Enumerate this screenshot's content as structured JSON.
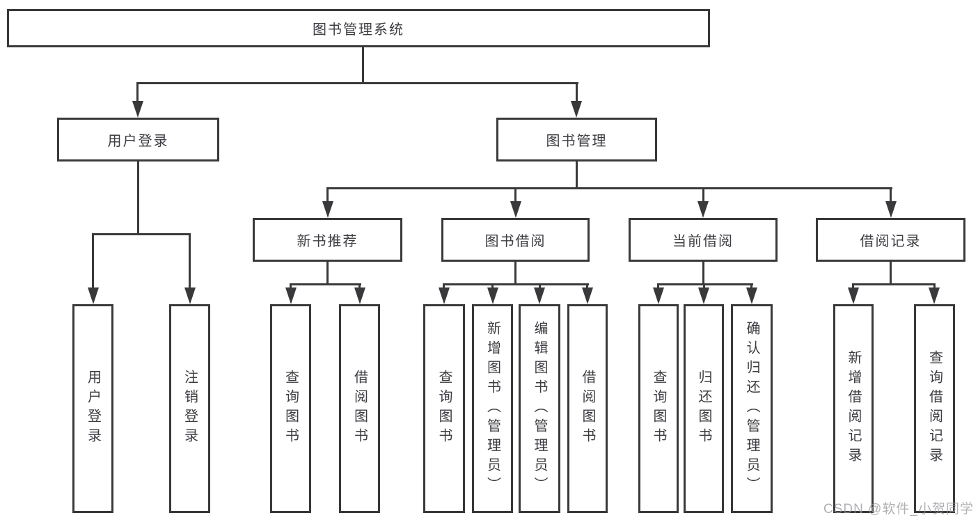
{
  "diagram_title": "图书管理系统",
  "root": {
    "label": "图书管理系统"
  },
  "branches": [
    {
      "label": "用户登录",
      "children": [
        {
          "label": "用户登录"
        },
        {
          "label": "注销登录"
        }
      ]
    },
    {
      "label": "图书管理",
      "children": [
        {
          "label": "新书推荐",
          "children": [
            {
              "label": "查询图书"
            },
            {
              "label": "借阅图书"
            }
          ]
        },
        {
          "label": "图书借阅",
          "children": [
            {
              "label": "查询图书"
            },
            {
              "label": "新增图书（管理员）"
            },
            {
              "label": "编辑图书（管理员）"
            },
            {
              "label": "借阅图书"
            }
          ]
        },
        {
          "label": "当前借阅",
          "children": [
            {
              "label": "查询图书"
            },
            {
              "label": "归还图书"
            },
            {
              "label": "确认归还（管理员）"
            }
          ]
        },
        {
          "label": "借阅记录",
          "children": [
            {
              "label": "新增借阅记录"
            },
            {
              "label": "查询借阅记录"
            }
          ]
        }
      ]
    }
  ],
  "watermark": "CSDN @软件_小贺同学",
  "colors": {
    "line": "#39393b",
    "text": "#3c3c42",
    "background": "#ffffff",
    "watermark": "#97979b"
  }
}
